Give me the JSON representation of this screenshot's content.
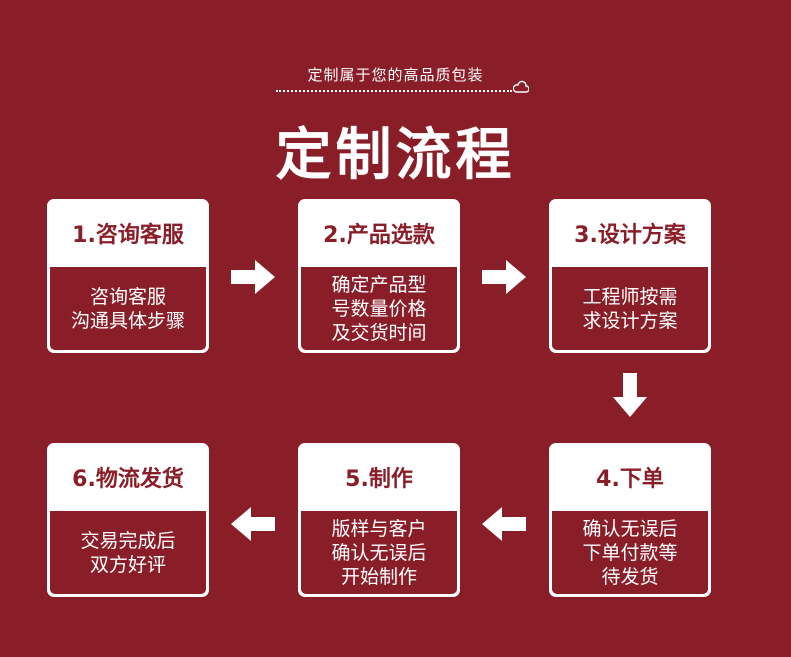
{
  "subtitle": "定制属于您的高品质包装",
  "title": "定制流程",
  "icons": {
    "cloud": "cloud-icon",
    "arrow": "arrow-icon"
  },
  "colors": {
    "background": "#8a1e28",
    "card": "#ffffff",
    "text_light": "#ffffff",
    "text_dark": "#8a1e28"
  },
  "steps": [
    {
      "title": "1.咨询客服",
      "lines": [
        "咨询客服",
        "沟通具体步骤"
      ]
    },
    {
      "title": "2.产品选款",
      "lines": [
        "确定产品型",
        "号数量价格",
        "及交货时间"
      ]
    },
    {
      "title": "3.设计方案",
      "lines": [
        "工程师按需",
        "求设计方案"
      ]
    },
    {
      "title": "4.下单",
      "lines": [
        "确认无误后",
        "下单付款等",
        "待发货"
      ]
    },
    {
      "title": "5.制作",
      "lines": [
        "版样与客户",
        "确认无误后",
        "开始制作"
      ]
    },
    {
      "title": "6.物流发货",
      "lines": [
        "交易完成后",
        "双方好评"
      ]
    }
  ]
}
